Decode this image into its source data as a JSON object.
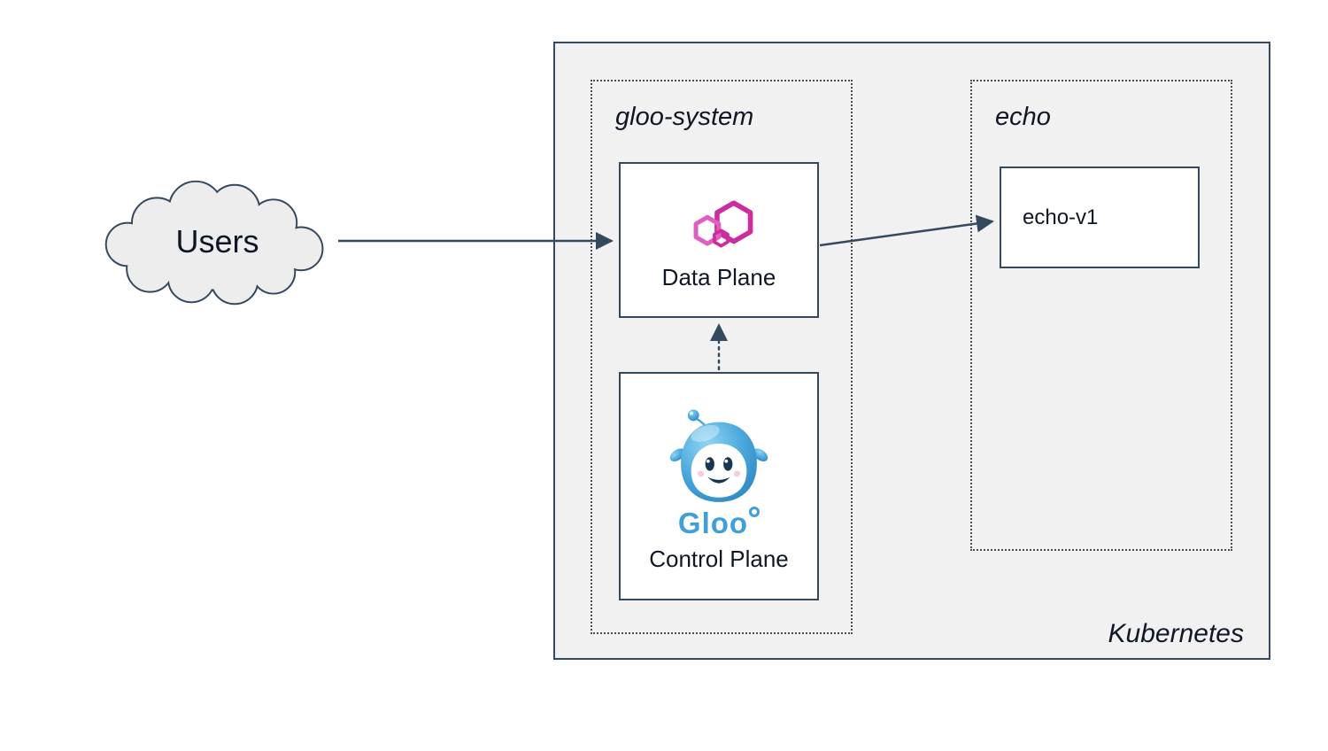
{
  "users": {
    "label": "Users"
  },
  "kubernetes": {
    "label": "Kubernetes",
    "fill": "#f1f1f2",
    "border": "#34495e"
  },
  "namespaces": {
    "gloo_system": {
      "label": "gloo-system"
    },
    "echo": {
      "label": "echo"
    }
  },
  "nodes": {
    "data_plane": {
      "label": "Data Plane",
      "icon": "gloo-gateway-icon",
      "icon_colors": {
        "pink_dark": "#cb2c9f",
        "pink_light": "#e05ec0"
      }
    },
    "control_plane": {
      "label": "Control Plane",
      "icon": "gloo-mascot-icon",
      "logo_text": "Gloo",
      "logo_color": "#3f9fda"
    },
    "echo_v1": {
      "label": "echo-v1"
    }
  },
  "edges": {
    "users_to_dataplane": {
      "style": "solid"
    },
    "dataplane_to_echov1": {
      "style": "solid"
    },
    "controlplane_to_dataplane": {
      "style": "dotted"
    }
  },
  "colors": {
    "line": "#34495e",
    "cloud_fill": "#ededee",
    "canvas": "#ffffff"
  }
}
